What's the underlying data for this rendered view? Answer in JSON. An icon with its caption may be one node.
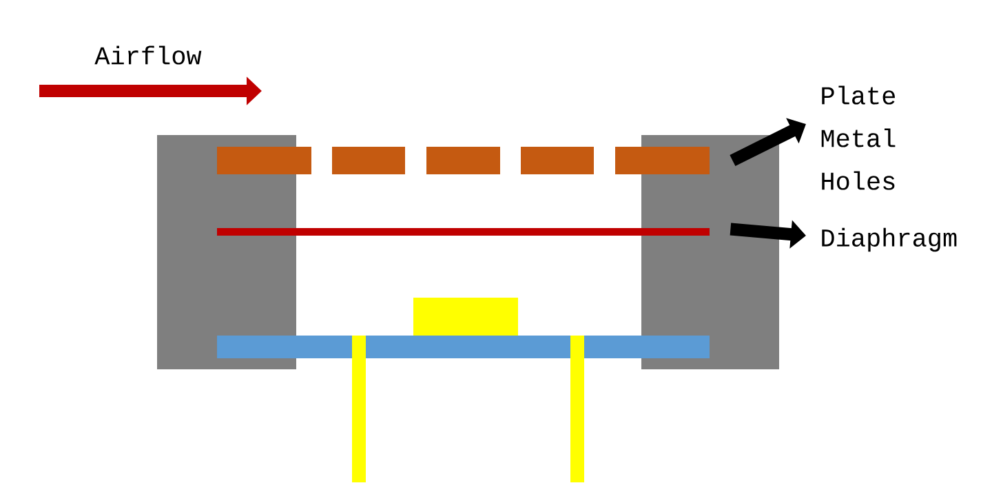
{
  "diagram": {
    "nodes": [
      {
        "text": [],
        "shape": "bar"
      },
      {
        "text": [
          "Plate Metal Holes"
        ]
      },
      {
        "text": [],
        "shape": "bar"
      },
      {
        "text": [
          "Diaphragm"
        ]
      }
    ],
    "edges": [
      {
        "from": 0,
        "to": 1,
        "arrow": "to"
      },
      {
        "from": 2,
        "to": 3,
        "arrow": "to"
      }
    ],
    "labels": [
      "Airflow"
    ]
  }
}
